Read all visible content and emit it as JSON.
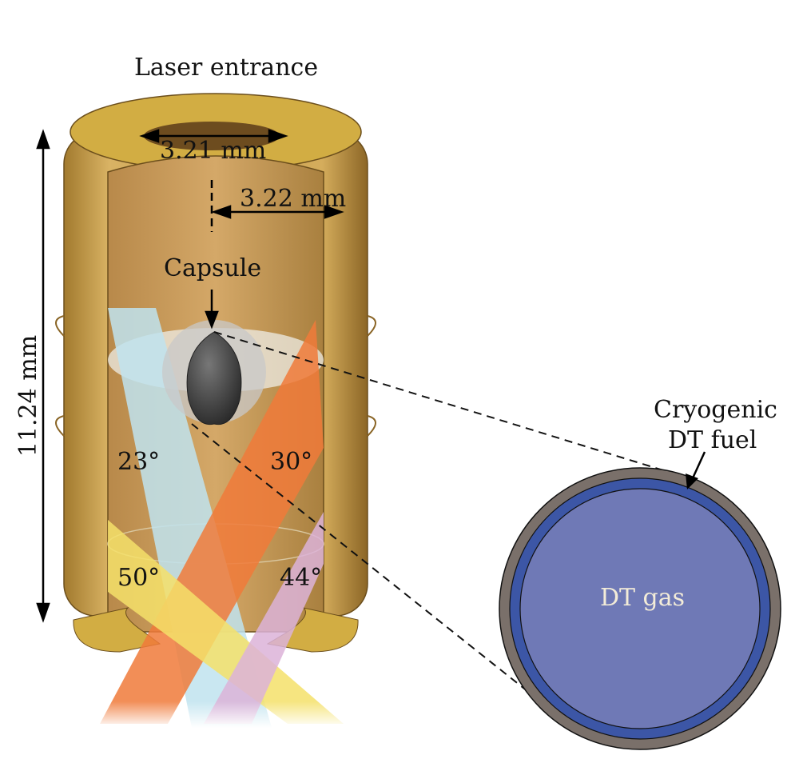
{
  "labels": {
    "laser_entrance": "Laser entrance",
    "entrance_diameter": "3.21 mm",
    "radius": "3.22 mm",
    "height": "11.24 mm",
    "capsule": "Capsule",
    "angle_23": "23°",
    "angle_30": "30°",
    "angle_50": "50°",
    "angle_44": "44°",
    "cryogenic_line1": "Cryogenic",
    "cryogenic_line2": "DT fuel",
    "dt_gas": "DT gas"
  },
  "colors": {
    "hohlraum_gold": "#c9a04a",
    "beam_23": "#bfe3ee",
    "beam_30": "#f07a3a",
    "beam_50": "#f4e06a",
    "beam_44": "#dcb3d8",
    "ablator": "#7a706a",
    "dt_ice": "#3c56a6",
    "dt_gas": "#6f79b6"
  }
}
